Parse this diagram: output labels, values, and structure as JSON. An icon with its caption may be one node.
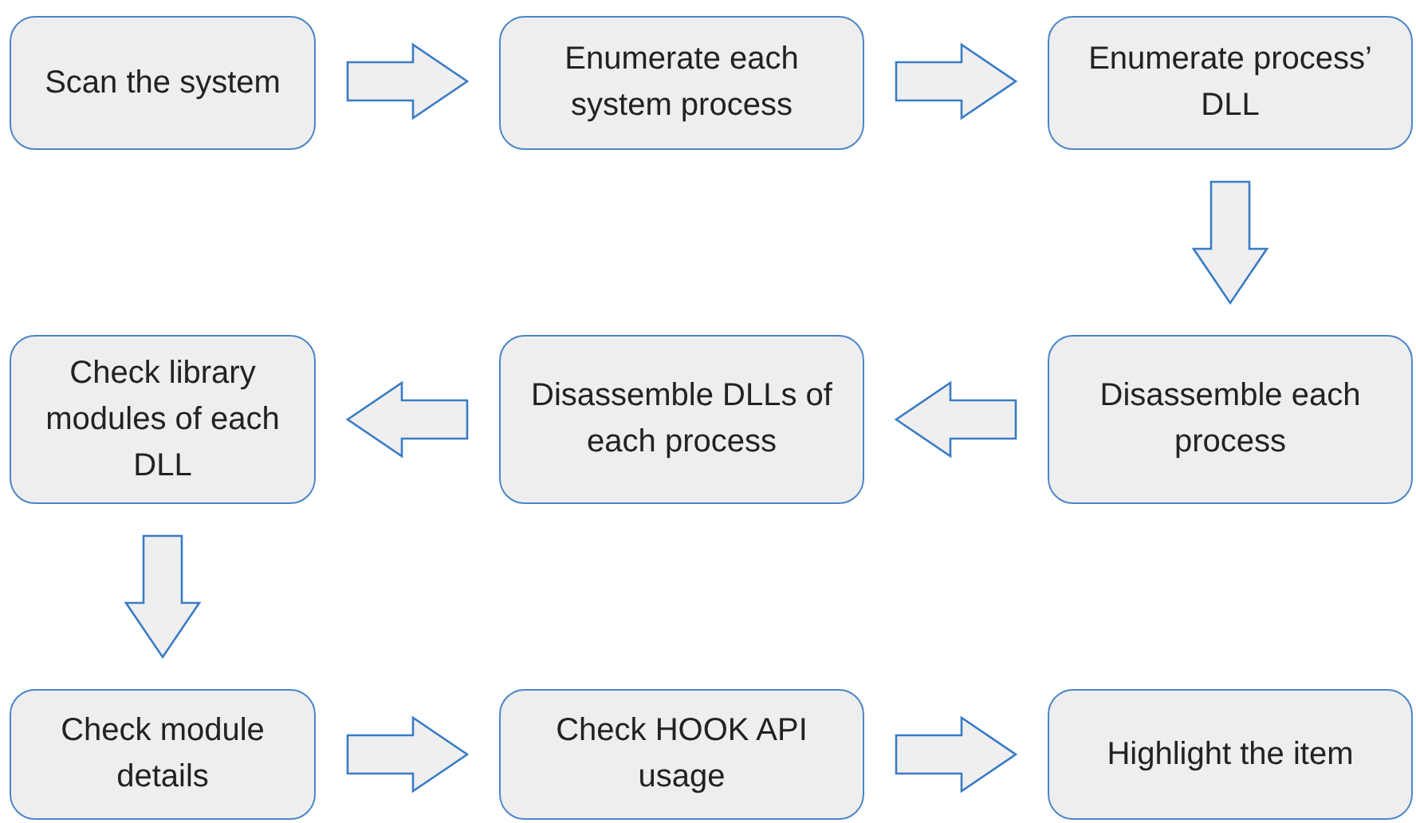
{
  "diagram": {
    "nodes": [
      {
        "text": [
          "Scan the system"
        ]
      },
      {
        "text": [
          "Enumerate each system process"
        ]
      },
      {
        "text": [
          "Enumerate process’ DLL"
        ]
      },
      {
        "text": [
          "Check library modules of each DLL"
        ]
      },
      {
        "text": [
          "Disassemble DLLs of each process"
        ]
      },
      {
        "text": [
          "Disassemble each process"
        ]
      },
      {
        "text": [
          "Check module details"
        ]
      },
      {
        "text": [
          "Check HOOK API usage"
        ]
      },
      {
        "text": [
          "Highlight the item"
        ]
      }
    ],
    "edges": [
      {
        "from": 0,
        "to": 1,
        "arrow": "to"
      },
      {
        "from": 1,
        "to": 2,
        "arrow": "to"
      },
      {
        "from": 2,
        "to": 5,
        "arrow": "to"
      },
      {
        "from": 5,
        "to": 4,
        "arrow": "to"
      },
      {
        "from": 4,
        "to": 3,
        "arrow": "to"
      },
      {
        "from": 3,
        "to": 6,
        "arrow": "to"
      },
      {
        "from": 6,
        "to": 7,
        "arrow": "to"
      },
      {
        "from": 7,
        "to": 8,
        "arrow": "to"
      }
    ]
  }
}
